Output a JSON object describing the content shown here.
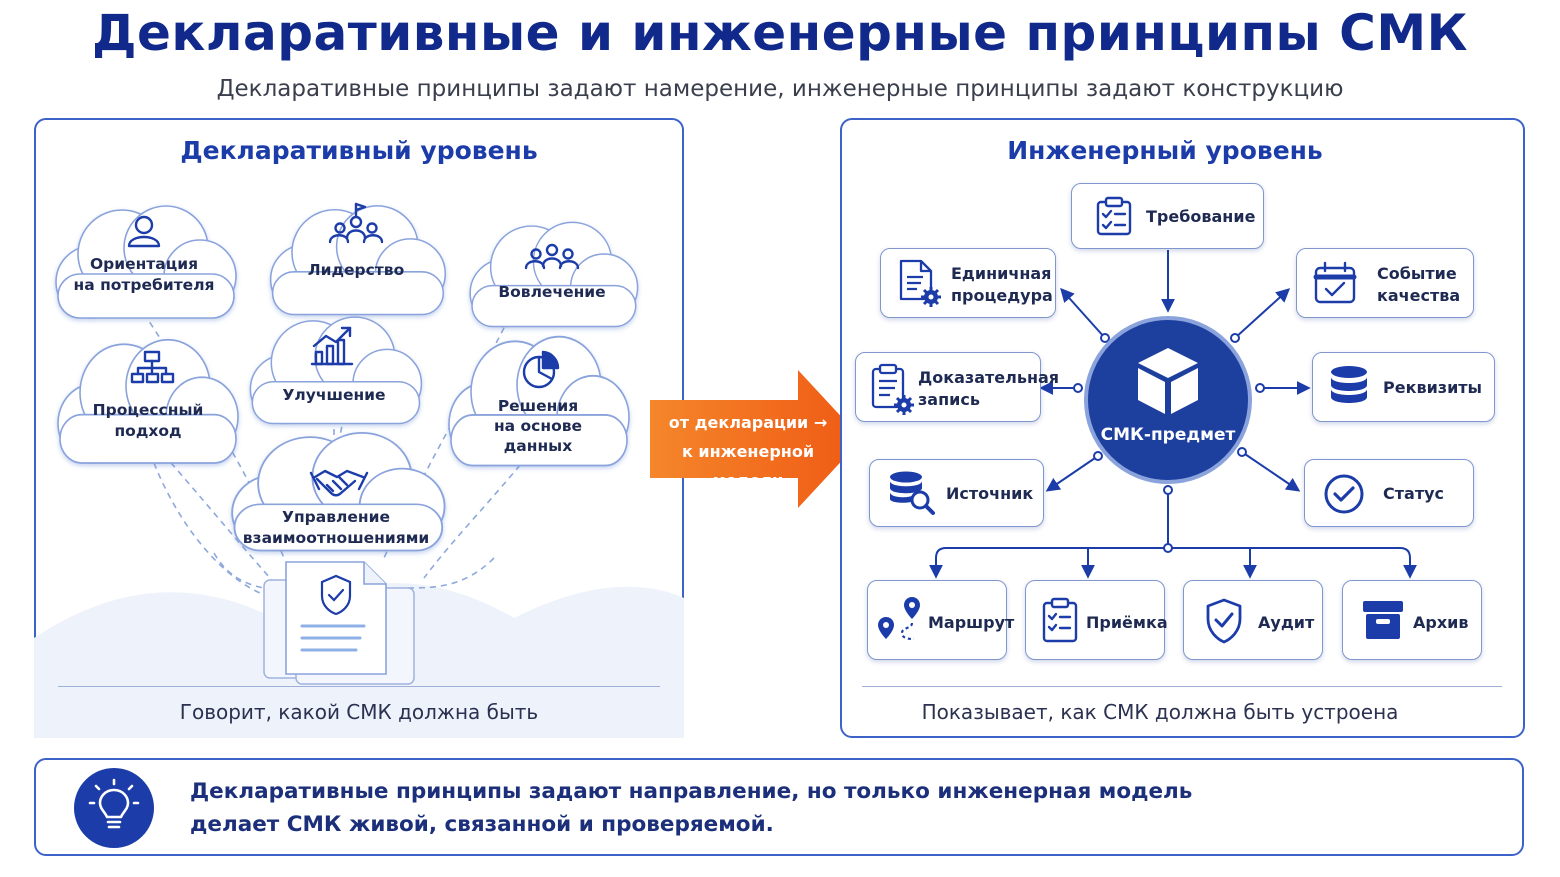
{
  "title": "Декларативные и инженерные принципы СМК",
  "subtitle": "Декларативные принципы задают намерение, инженерные принципы задают конструкцию",
  "left_panel": {
    "title": "Декларативный уровень",
    "footer": "Говорит, какой СМК должна быть",
    "clouds": [
      {
        "label_1": "Ориентация",
        "label_2": "на потребителя",
        "icon": "person-icon"
      },
      {
        "label_1": "Лидерство",
        "icon": "leader-group-icon"
      },
      {
        "label_1": "Вовлечение",
        "icon": "people-icon"
      },
      {
        "label_1": "Процессный",
        "label_2": "подход",
        "icon": "flowchart-icon"
      },
      {
        "label_1": "Улучшение",
        "icon": "growth-chart-icon"
      },
      {
        "label_1": "Решения",
        "label_2": "на основе",
        "label_3": "данных",
        "icon": "pie-chart-icon"
      },
      {
        "label_1": "Управление",
        "label_2": "взаимоотношениями",
        "icon": "handshake-icon"
      }
    ],
    "document_icon": "shield-document-icon"
  },
  "transition_arrow": {
    "line_1": "от декларации →",
    "line_2": "к инженерной модели",
    "color": "#f26b1d"
  },
  "right_panel": {
    "title": "Инженерный уровень",
    "footer": "Показывает, как СМК должна быть устроена",
    "center": {
      "label": "СМК-предмет",
      "icon": "cube-icon",
      "color": "#1d3f9e"
    },
    "nodes": [
      {
        "label_1": "Требование",
        "icon": "checklist-icon"
      },
      {
        "label_1": "Единичная",
        "label_2": "процедура",
        "icon": "document-gear-icon"
      },
      {
        "label_1": "Событие",
        "label_2": "качества",
        "icon": "calendar-check-icon"
      },
      {
        "label_1": "Доказательная",
        "label_2": "запись",
        "icon": "clipboard-gear-icon"
      },
      {
        "label_1": "Реквизиты",
        "icon": "database-icon"
      },
      {
        "label_1": "Источник",
        "icon": "database-search-icon"
      },
      {
        "label_1": "Статус",
        "icon": "check-circle-icon"
      },
      {
        "label_1": "Маршрут",
        "icon": "route-icon"
      },
      {
        "label_1": "Приёмка",
        "icon": "clipboard-list-icon"
      },
      {
        "label_1": "Аудит",
        "icon": "shield-check-icon"
      },
      {
        "label_1": "Архив",
        "icon": "archive-box-icon"
      }
    ]
  },
  "footer": {
    "line_1": "Декларативные принципы задают направление, но только инженерная модель",
    "line_2": "делает СМК живой, связанной и проверяемой.",
    "icon": "lightbulb-icon"
  },
  "colors": {
    "primary": "#1c3da9",
    "accent": "#f26b1d",
    "border": "#3d63c8"
  }
}
